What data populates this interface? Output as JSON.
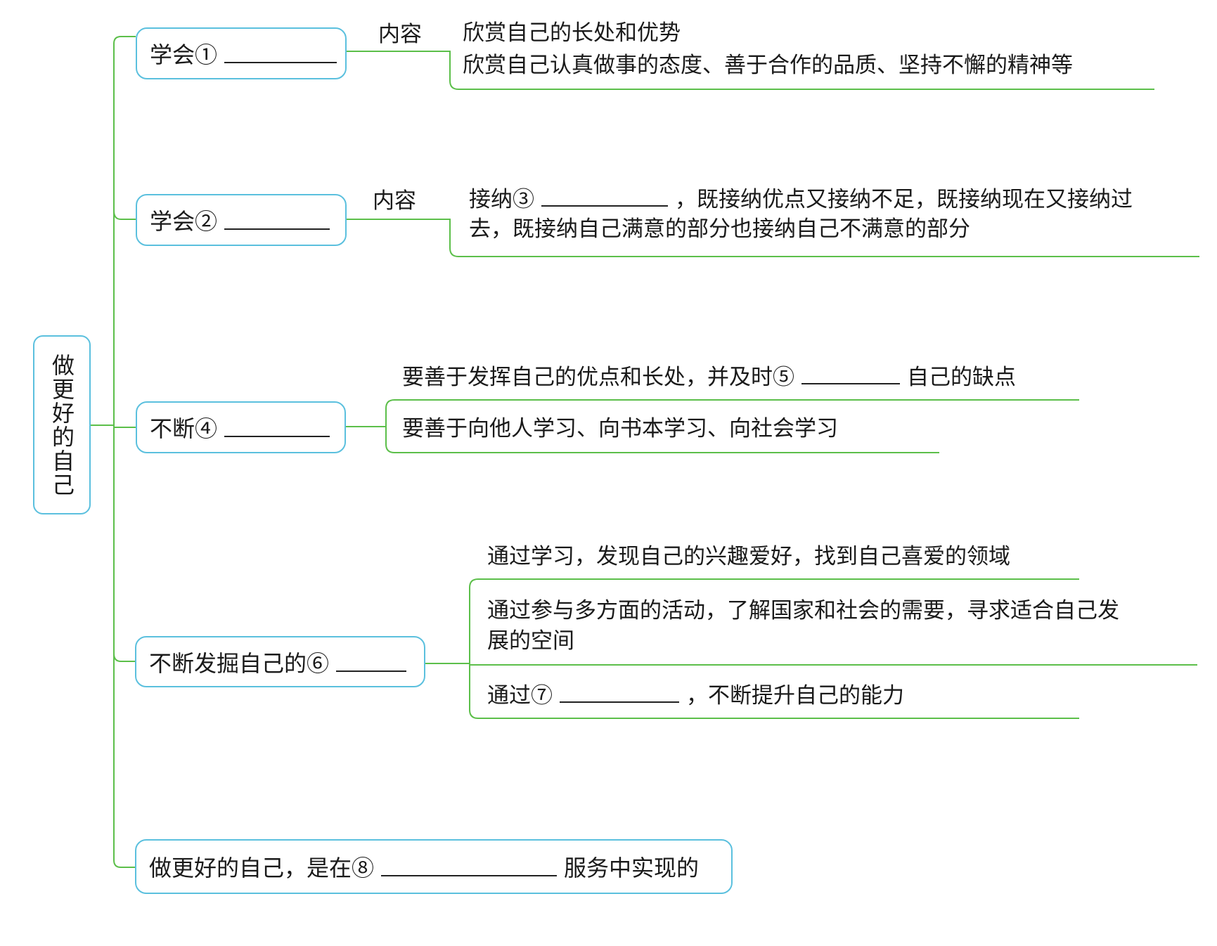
{
  "root": "做更好的自己",
  "branches": [
    {
      "prefix": "学会①",
      "label_content": "内容",
      "details": [
        "欣赏自己的长处和优势",
        "欣赏自己认真做事的态度、善于合作的品质、坚持不懈的精神等"
      ]
    },
    {
      "prefix": "学会②",
      "label_content": "内容",
      "details": [
        "接纳③",
        "，既接纳优点又接纳不足，既接纳现在又接纳过",
        "去，既接纳自己满意的部分也接纳自己不满意的部分"
      ]
    },
    {
      "prefix": "不断④",
      "details": [
        "要善于发挥自己的优点和长处，并及时⑤",
        "自己的缺点",
        "要善于向他人学习、向书本学习、向社会学习"
      ]
    },
    {
      "prefix": "不断发掘自己的⑥",
      "details": [
        "通过学习，发现自己的兴趣爱好，找到自己喜爱的领域",
        "通过参与多方面的活动，了解国家和社会的需要，寻求适合自己发",
        "展的空间",
        "通过⑦",
        "，不断提升自己的能力"
      ]
    },
    {
      "prefix": "做更好的自己，是在⑧",
      "suffix": "服务中实现的"
    }
  ],
  "colors": {
    "line": "#5cbf4a",
    "box": "#5bc0de"
  }
}
